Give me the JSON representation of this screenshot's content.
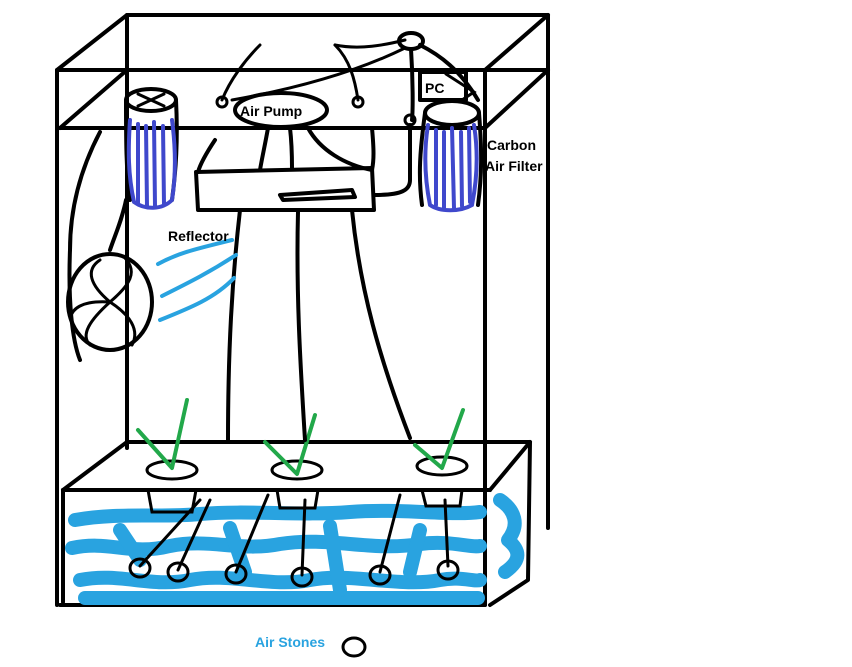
{
  "labels": {
    "air_pump": "Air Pump",
    "pc": "PC",
    "carbon_line1": "Carbon",
    "carbon_line2": "Air Filter",
    "reflector": "Reflector",
    "air_stones": "Air Stones"
  },
  "colors": {
    "outline": "#000000",
    "filter_blue": "#3f48cc",
    "water_cyan": "#29a3e0",
    "plant_green": "#22a84a",
    "background": "#ffffff"
  }
}
